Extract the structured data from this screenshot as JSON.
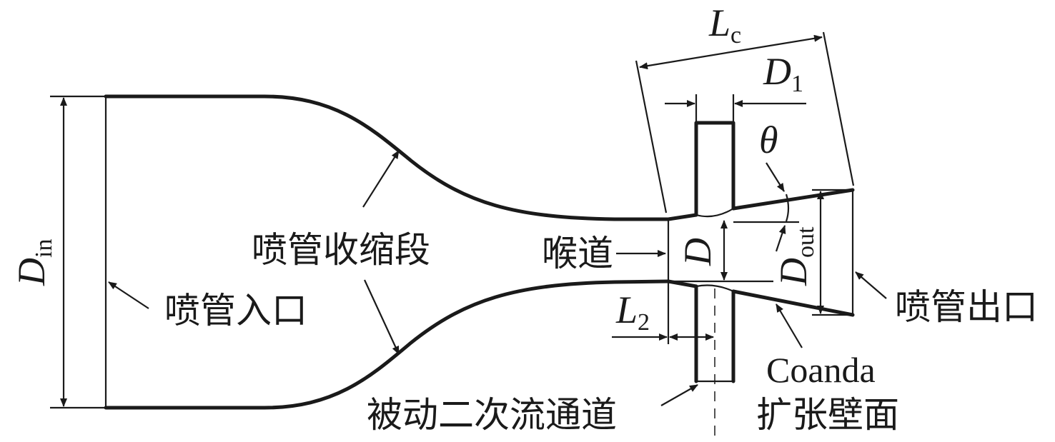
{
  "labels": {
    "inlet": "喷管入口",
    "contraction": "喷管收缩段",
    "throat": "喉道",
    "outlet": "喷管出口",
    "coanda_line1": "Coanda",
    "coanda_line2": "扩张壁面",
    "secondary": "被动二次流通道"
  },
  "dimensions": {
    "D_in": {
      "main": "D",
      "sub": "in"
    },
    "L_c": {
      "main": "L",
      "sub": "c"
    },
    "D_1": {
      "main": "D",
      "sub": "1"
    },
    "theta": {
      "main": "θ"
    },
    "D": {
      "main": "D"
    },
    "D_out": {
      "main": "D",
      "sub": "out"
    },
    "L_2": {
      "main": "L",
      "sub": "2"
    }
  }
}
